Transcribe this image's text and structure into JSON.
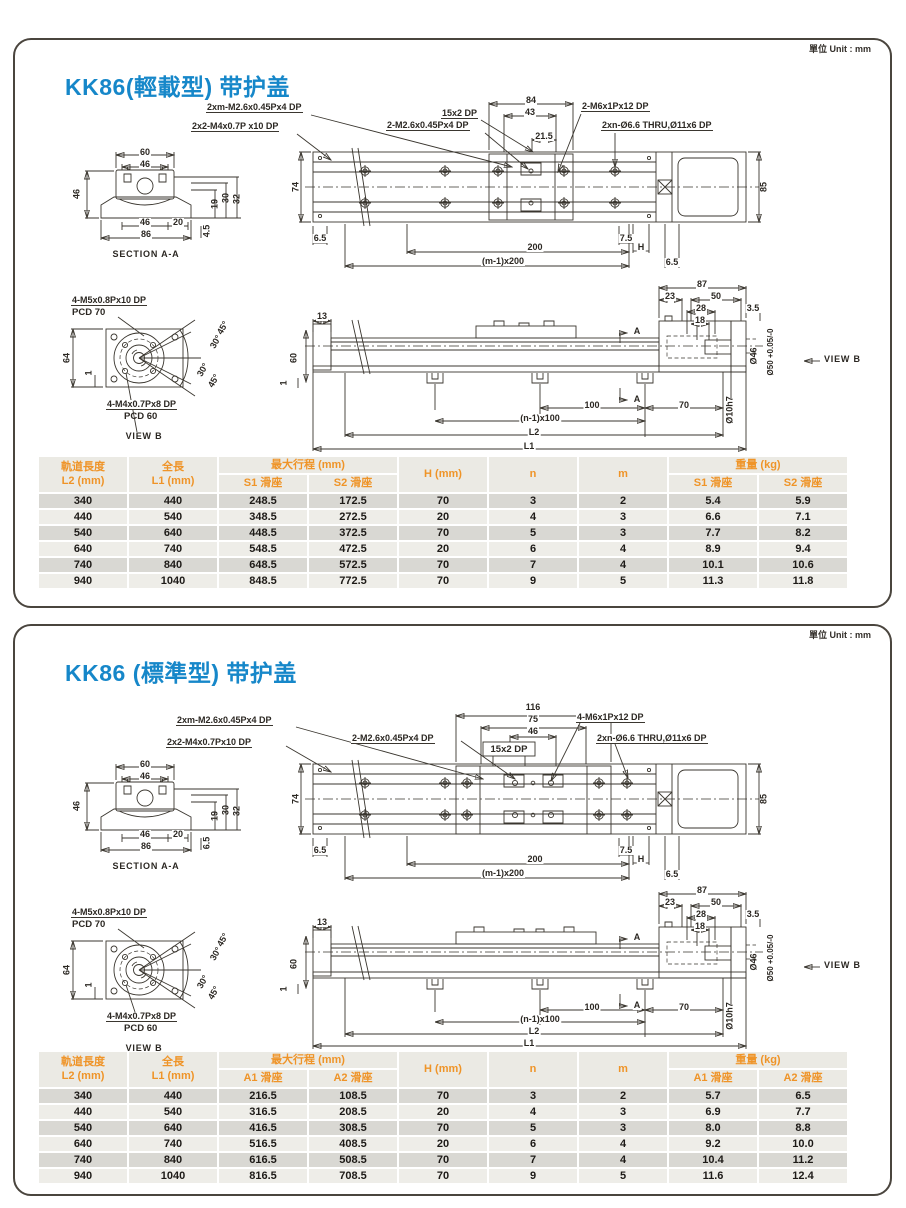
{
  "unit_label": "單位 Unit : mm",
  "colors": {
    "title_blue": "#1687c9",
    "accent_orange": "#ef9428",
    "row_dark": "#d9d8d3",
    "row_light": "#eeede8",
    "header_bg": "#ebeae4",
    "line": "#3a362f"
  },
  "panels": [
    {
      "title": {
        "model": "KK86",
        "type": "(輕載型)",
        "suffix": " 带护盖"
      },
      "section_aa": {
        "caption": "SECTION A-A",
        "d60": "60",
        "d46_top": "46",
        "d46_left": "46",
        "d19": "19",
        "d30": "30",
        "d32": "32",
        "d46_bottom": "46",
        "d20": "20",
        "d86": "86",
        "d45": "4.5"
      },
      "view_b": {
        "caption": "VIEW B",
        "screws_top": "4-M5x0.8Px10 DP",
        "pcd_top": "PCD 70",
        "d64": "64",
        "d1": "1",
        "a45_1": "45°",
        "a30_1": "30°",
        "a30_2": "30°",
        "a45_2": "45°",
        "screws_bottom": "4-M4x0.7Px8 DP",
        "pcd_bottom": "PCD 60"
      },
      "plan": {
        "c1": "2xm-M2.6x0.45Px4 DP",
        "c2": "2x2-M4x0.7P x10 DP",
        "c3": "2-M2.6x0.45Px4 DP",
        "c4": "15x2 DP",
        "c5": "2-M6x1Px12 DP",
        "c6": "2xn-Ø6.6 THRU,Ø11x6 DP",
        "d84": "84",
        "d43": "43",
        "d21_5": "21.5",
        "d74": "74",
        "d85": "85",
        "d6_5_left": "6.5",
        "d200": "200",
        "dm200": "(m-1)x200",
        "d7_5": "7.5",
        "dH": "H",
        "d6_5_right": "6.5"
      },
      "side": {
        "d87": "87",
        "d23": "23",
        "d50": "50",
        "d28": "28",
        "d18": "18",
        "d3_5": "3.5",
        "d13": "13",
        "d60": "60",
        "d1": "1",
        "marker": "A",
        "d100": "100",
        "d70": "70",
        "dn100": "(n-1)x100",
        "dL2": "L2",
        "dL1": "L1",
        "dia46": "Ø46",
        "dia50": "Ø50 +0.05/-0",
        "dia10": "Ø10h7",
        "view_label": "VIEW B"
      },
      "table": {
        "col_track": "軌道長度",
        "col_track2": "L2 (mm)",
        "col_total": "全長",
        "col_total2": "L1 (mm)",
        "col_stroke": "最大行程 (mm)",
        "col_s1": "S1 滑座",
        "col_s2": "S2 滑座",
        "col_h": "H (mm)",
        "col_n": "n",
        "col_m": "m",
        "col_weight": "重量 (kg)",
        "col_w1": "S1 滑座",
        "col_w2": "S2 滑座",
        "rows": [
          [
            "340",
            "440",
            "248.5",
            "172.5",
            "70",
            "3",
            "2",
            "5.4",
            "5.9"
          ],
          [
            "440",
            "540",
            "348.5",
            "272.5",
            "20",
            "4",
            "3",
            "6.6",
            "7.1"
          ],
          [
            "540",
            "640",
            "448.5",
            "372.5",
            "70",
            "5",
            "3",
            "7.7",
            "8.2"
          ],
          [
            "640",
            "740",
            "548.5",
            "472.5",
            "20",
            "6",
            "4",
            "8.9",
            "9.4"
          ],
          [
            "740",
            "840",
            "648.5",
            "572.5",
            "70",
            "7",
            "4",
            "10.1",
            "10.6"
          ],
          [
            "940",
            "1040",
            "848.5",
            "772.5",
            "70",
            "9",
            "5",
            "11.3",
            "11.8"
          ]
        ]
      }
    },
    {
      "title": {
        "model": "KK86",
        "type": " (標準型)",
        "suffix": " 带护盖"
      },
      "section_aa": {
        "caption": "SECTION A-A",
        "d60": "60",
        "d46_top": "46",
        "d46_left": "46",
        "d19": "19",
        "d30": "30",
        "d32": "32",
        "d46_bottom": "46",
        "d20": "20",
        "d86": "86",
        "d45": "6.5"
      },
      "view_b": {
        "caption": "VIEW B",
        "screws_top": "4-M5x0.8Px10 DP",
        "pcd_top": "PCD 70",
        "d64": "64",
        "d1": "1",
        "a45_1": "45°",
        "a30_1": "30°",
        "a30_2": "30°",
        "a45_2": "45°",
        "screws_bottom": "4-M4x0.7Px8 DP",
        "pcd_bottom": "PCD 60"
      },
      "plan": {
        "c1": "2xm-M2.6x0.45Px4 DP",
        "c2": "2x2-M4x0.7Px10 DP",
        "c3": "2-M2.6x0.45Px4 DP",
        "c4": "15x2 DP",
        "c5": "4-M6x1Px12 DP",
        "c6": "2xn-Ø6.6 THRU,Ø11x6 DP",
        "d116": "116",
        "d75": "75",
        "d46": "46",
        "d74": "74",
        "d85": "85",
        "d6_5_left": "6.5",
        "d200": "200",
        "dm200": "(m-1)x200",
        "d7_5": "7.5",
        "dH": "H",
        "d6_5_right": "6.5"
      },
      "side": {
        "d87": "87",
        "d23": "23",
        "d50": "50",
        "d28": "28",
        "d18": "18",
        "d3_5": "3.5",
        "d13": "13",
        "d60": "60",
        "d1": "1",
        "marker": "A",
        "d100": "100",
        "d70": "70",
        "dn100": "(n-1)x100",
        "dL2": "L2",
        "dL1": "L1",
        "dia46": "Ø46",
        "dia50": "Ø50 +0.05/-0",
        "dia10": "Ø10h7",
        "view_label": "VIEW B"
      },
      "table": {
        "col_track": "軌道長度",
        "col_track2": "L2 (mm)",
        "col_total": "全長",
        "col_total2": "L1 (mm)",
        "col_stroke": "最大行程 (mm)",
        "col_s1": "A1 滑座",
        "col_s2": "A2 滑座",
        "col_h": "H (mm)",
        "col_n": "n",
        "col_m": "m",
        "col_weight": "重量 (kg)",
        "col_w1": "A1 滑座",
        "col_w2": "A2 滑座",
        "rows": [
          [
            "340",
            "440",
            "216.5",
            "108.5",
            "70",
            "3",
            "2",
            "5.7",
            "6.5"
          ],
          [
            "440",
            "540",
            "316.5",
            "208.5",
            "20",
            "4",
            "3",
            "6.9",
            "7.7"
          ],
          [
            "540",
            "640",
            "416.5",
            "308.5",
            "70",
            "5",
            "3",
            "8.0",
            "8.8"
          ],
          [
            "640",
            "740",
            "516.5",
            "408.5",
            "20",
            "6",
            "4",
            "9.2",
            "10.0"
          ],
          [
            "740",
            "840",
            "616.5",
            "508.5",
            "70",
            "7",
            "4",
            "10.4",
            "11.2"
          ],
          [
            "940",
            "1040",
            "816.5",
            "708.5",
            "70",
            "9",
            "5",
            "11.6",
            "12.4"
          ]
        ]
      }
    }
  ]
}
